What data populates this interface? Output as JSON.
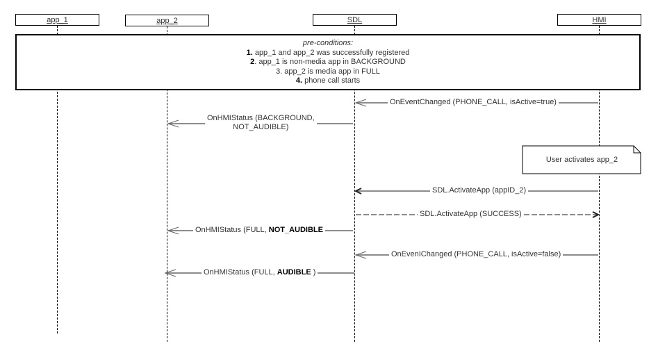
{
  "participants": [
    {
      "id": "app_1",
      "label": "app_1"
    },
    {
      "id": "app_2",
      "label": "app_2"
    },
    {
      "id": "sdl",
      "label": "SDL"
    },
    {
      "id": "hmi",
      "label": "HMI"
    }
  ],
  "preconditions": {
    "title": "pre-conditions:",
    "items": [
      {
        "num": "1.",
        "text": " app_1 and app_2 was successfully registered"
      },
      {
        "num": "2",
        "text": ". app_1 is non-media app in BACKGROUND"
      },
      {
        "num": "3. app_2 is media app in FULL",
        "text": ""
      },
      {
        "num": "4.",
        "text": " phone call starts"
      }
    ]
  },
  "messages": [
    {
      "from": "hmi",
      "to": "sdl",
      "style": "open-arrow",
      "text": "OnEventChanged (PHONE_CALL, isActive=true)"
    },
    {
      "from": "sdl",
      "to": "app_2",
      "style": "open-arrow",
      "line1": "OnHMIStatus (BACKGROUND,",
      "line2": "NOT_AUDIBLE)"
    },
    {
      "from": "hmi",
      "to": "sdl",
      "style": "filled-arrow",
      "text": "SDL.ActivateApp (appID_2)"
    },
    {
      "from": "sdl",
      "to": "hmi",
      "style": "dashed-return",
      "text": "SDL.ActivateApp (SUCCESS)"
    },
    {
      "from": "sdl",
      "to": "app_2",
      "style": "open-arrow",
      "prefix": "OnHMIStatus (FULL, ",
      "bold": "NOT_AUDIBLE",
      "suffix": ""
    },
    {
      "from": "hmi",
      "to": "sdl",
      "style": "open-arrow",
      "text": "OnEvenIChanged (PHONE_CALL, isActive=false)"
    },
    {
      "from": "sdl",
      "to": "app_2",
      "style": "open-arrow",
      "prefix": "OnHMIStatus (FULL, ",
      "bold": "AUDIBLE",
      "suffix": " )"
    }
  ],
  "note": {
    "text": "User activates app_2"
  }
}
